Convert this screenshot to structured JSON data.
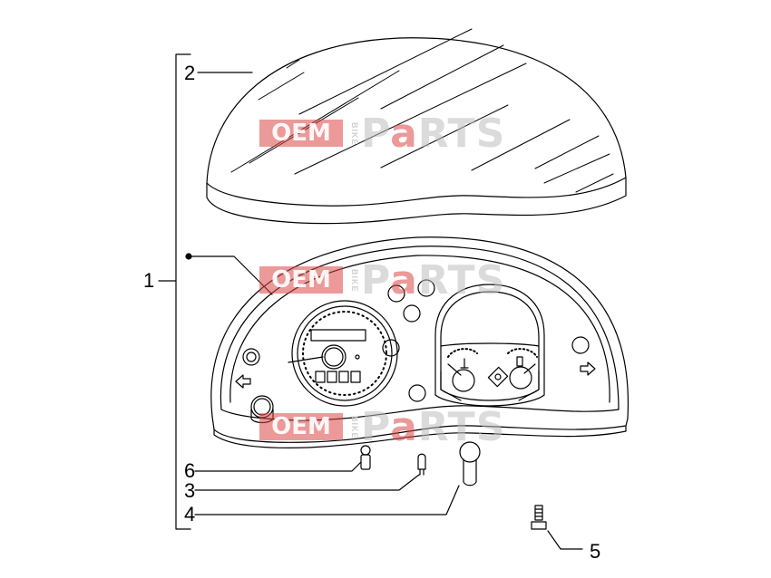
{
  "callouts": {
    "c1": "1",
    "c2": "2",
    "c3": "3",
    "c4": "4",
    "c5": "5",
    "c6": "6"
  },
  "watermark": {
    "oem": "OEM",
    "bike": "BIKE",
    "parts_p": "P",
    "parts_a": "a",
    "parts_rts": "RTS"
  },
  "colors": {
    "line": "#000000",
    "watermark_red": "#dc4646",
    "watermark_gray": "#bebebe"
  },
  "icons": [
    "left-turn-arrow-icon",
    "right-turn-arrow-icon",
    "temperature-gauge-icon",
    "fuel-gauge-icon",
    "brand-logo-icon"
  ]
}
